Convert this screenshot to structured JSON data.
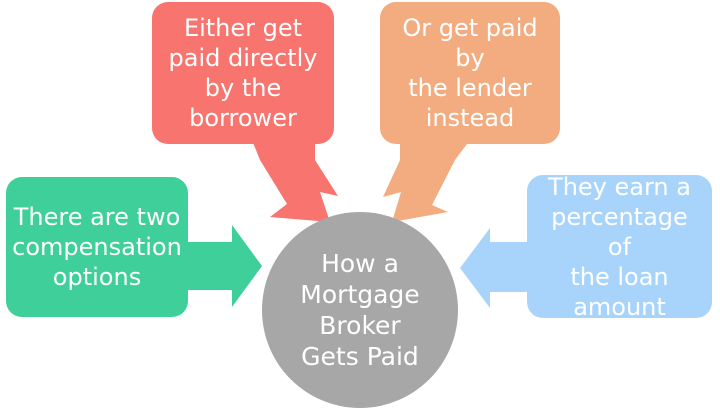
{
  "diagram": {
    "center": {
      "label": "How a\nMortgage\nBroker\nGets Paid"
    },
    "nodes": {
      "left": {
        "label": "There are two\ncompensation\noptions"
      },
      "top_left": {
        "label": "Either get\npaid directly\nby the\nborrower"
      },
      "top_right": {
        "label": "Or get paid by\nthe lender\ninstead"
      },
      "right": {
        "label": "They earn a\npercentage of\nthe loan\namount"
      }
    },
    "colors": {
      "left": "#3ecf9a",
      "top_left": "#f7746f",
      "top_right": "#f3ac7f",
      "right": "#a8d4fb",
      "center": "#a7a7a7"
    }
  }
}
